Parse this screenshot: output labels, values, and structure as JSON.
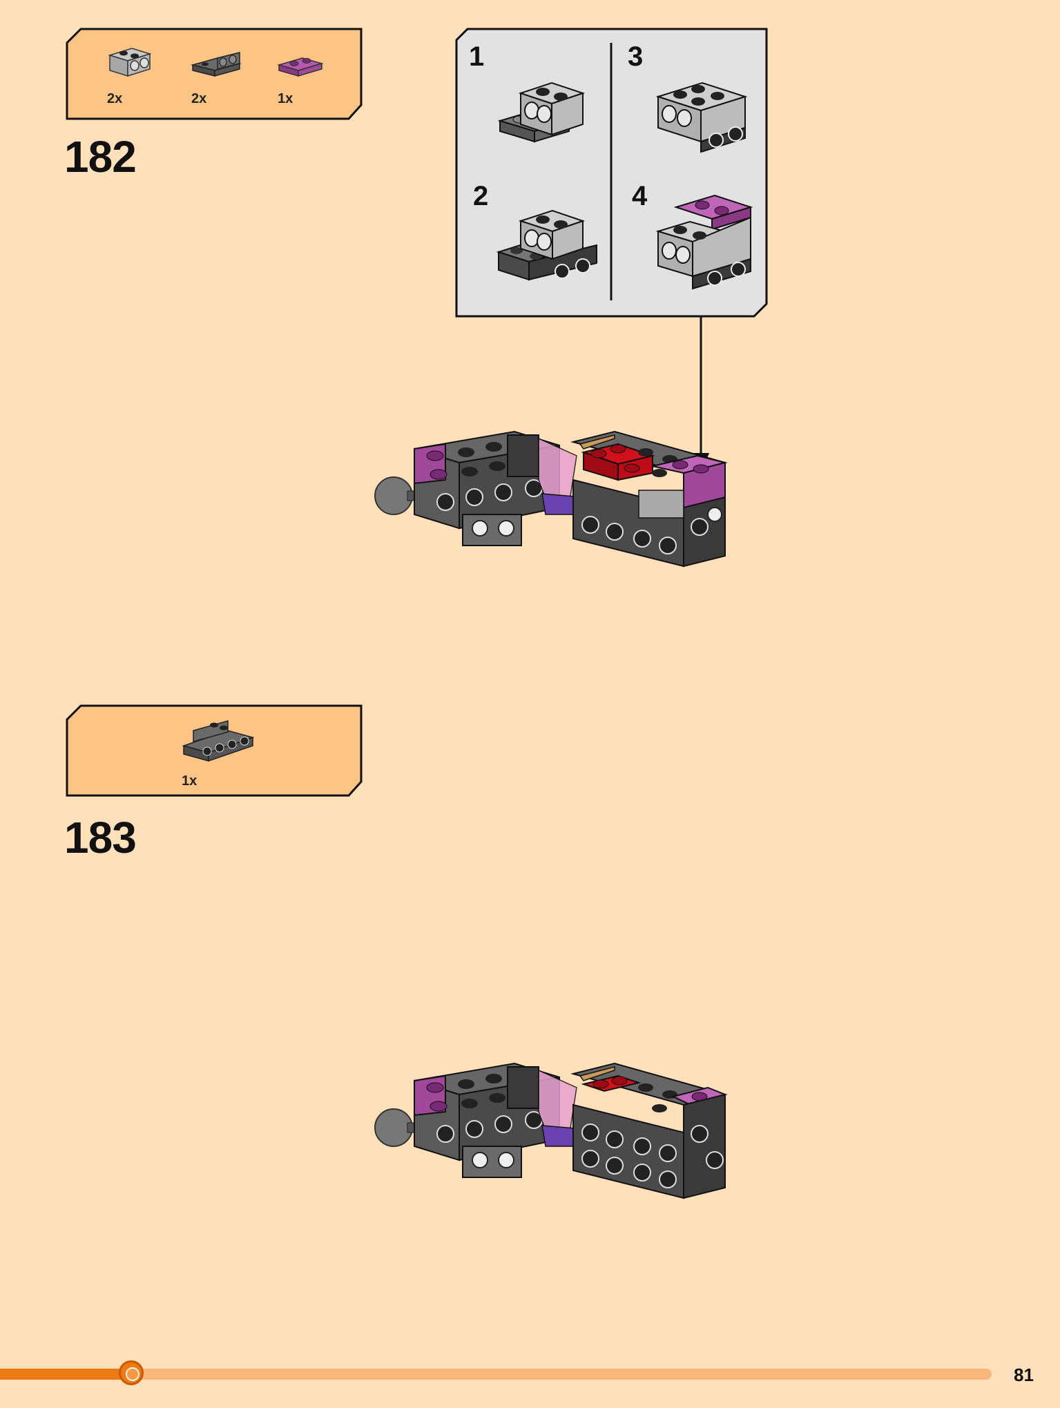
{
  "step_182": {
    "number": "182",
    "parts": [
      {
        "icon": "light-gray-brick-icon",
        "qty": "2x"
      },
      {
        "icon": "dark-gray-bracket-icon",
        "qty": "2x"
      },
      {
        "icon": "magenta-plate-icon",
        "qty": "1x"
      }
    ],
    "callout_steps": [
      "1",
      "2",
      "3",
      "4"
    ]
  },
  "step_183": {
    "number": "183",
    "parts": [
      {
        "icon": "dark-gray-bracket-plate-icon",
        "qty": "1x"
      }
    ]
  },
  "footer": {
    "page_number": "81",
    "progress": 0.127
  },
  "colors": {
    "background": "#fee0bb",
    "parts_box": "#fdc585",
    "accent": "#ee7a14",
    "callout_bg": "#e2e2e2",
    "magenta": "#a0489a",
    "red": "#d2101c",
    "dark_gray": "#5a5a5a",
    "light_gray": "#a8a8a8"
  }
}
